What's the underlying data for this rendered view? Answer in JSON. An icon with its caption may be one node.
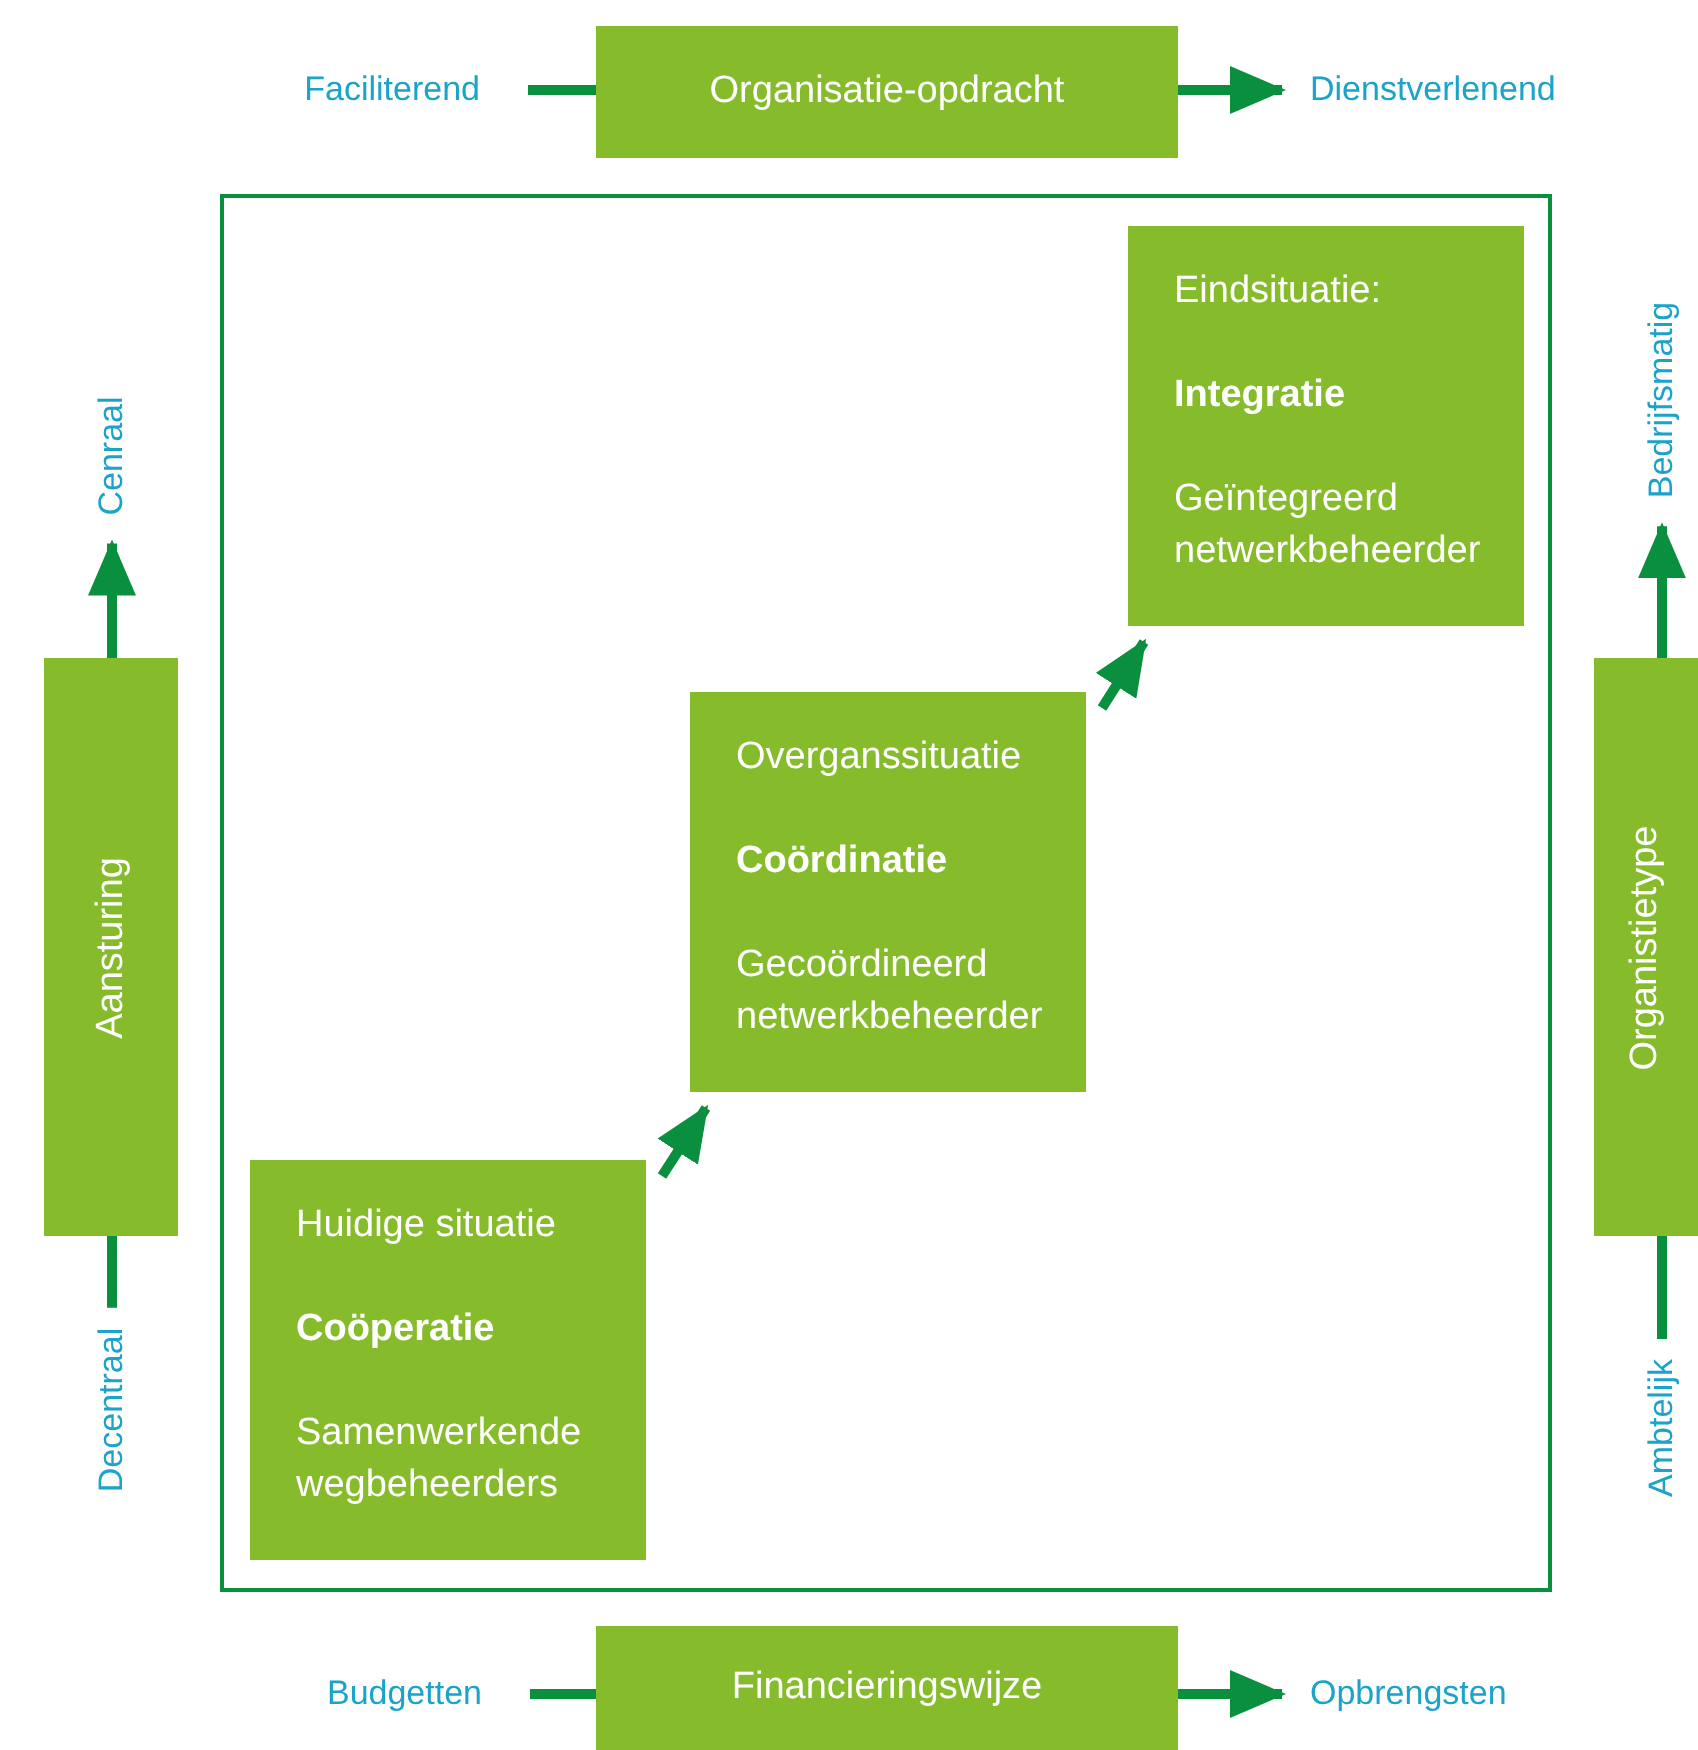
{
  "diagram": {
    "nodes": [
      {
        "text": [
          "Organisatie-opdracht"
        ]
      },
      {
        "text": [
          "Faciliterend"
        ]
      },
      {
        "text": [
          "Dienstverlenend"
        ]
      },
      {
        "text": [
          "Aansturing"
        ]
      },
      {
        "text": [
          "Cenraal"
        ]
      },
      {
        "text": [
          "Decentraal"
        ]
      },
      {
        "text": [
          "Organistietype"
        ]
      },
      {
        "text": [
          "Bedrijfsmatig"
        ]
      },
      {
        "text": [
          "Ambtelijk"
        ]
      },
      {
        "text": [
          "Financieringswijze"
        ]
      },
      {
        "text": [
          "Budgetten"
        ]
      },
      {
        "text": [
          "Opbrengsten"
        ]
      },
      {
        "text": [],
        "shape": "box"
      },
      {
        "text": [
          "Huidige situatie",
          "Coöperatie",
          "Samenwerkende wegbeheerders"
        ],
        "in": 12
      },
      {
        "text": [
          "Overganssituatie",
          "Coördinatie",
          "Gecoördineerd netwerkbeheerder"
        ],
        "in": 12
      },
      {
        "text": [
          "Eindsituatie:",
          "Integratie",
          "Geïntegreerd netwerkbeheerder"
        ],
        "in": 12
      }
    ],
    "edges": [
      {
        "from": 1,
        "to": 0,
        "arrow": "none"
      },
      {
        "from": 0,
        "to": 2,
        "arrow": "to"
      },
      {
        "from": 5,
        "to": 3,
        "arrow": "none"
      },
      {
        "from": 3,
        "to": 4,
        "arrow": "to"
      },
      {
        "from": 8,
        "to": 6,
        "arrow": "none"
      },
      {
        "from": 6,
        "to": 7,
        "arrow": "to"
      },
      {
        "from": 10,
        "to": 9,
        "arrow": "none"
      },
      {
        "from": 9,
        "to": 11,
        "arrow": "to"
      },
      {
        "from": 13,
        "to": 14,
        "arrow": "to"
      },
      {
        "from": 14,
        "to": 15,
        "arrow": "to"
      }
    ]
  }
}
